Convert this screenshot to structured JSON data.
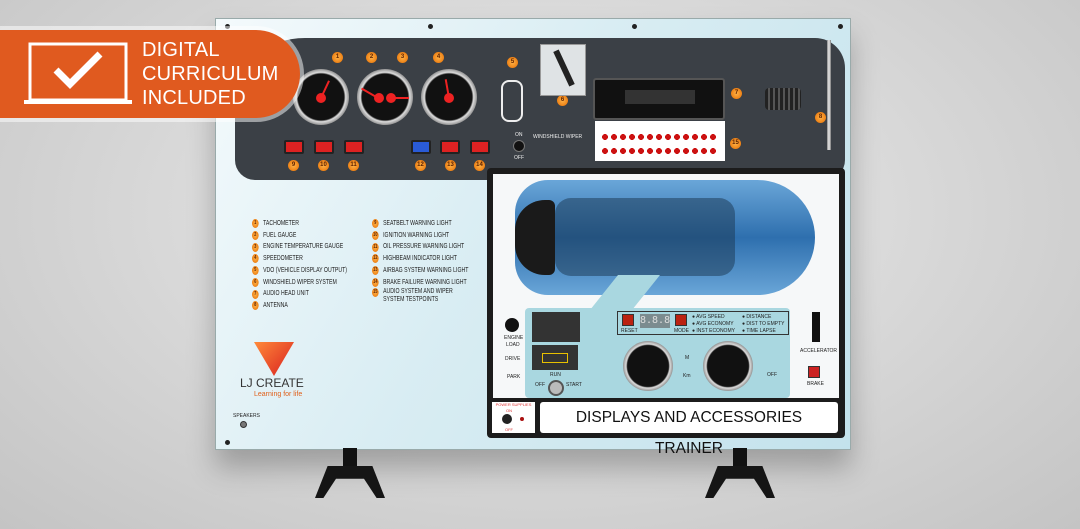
{
  "promo": {
    "lines": [
      "DIGITAL",
      "CURRICULUM",
      "INCLUDED"
    ],
    "icon": "checkmark-laptop-icon",
    "color": "#e05a1f"
  },
  "dashboard": {
    "badges": [
      "1",
      "2",
      "3",
      "4",
      "5",
      "6",
      "7",
      "8",
      "9",
      "10",
      "11",
      "12",
      "13",
      "14",
      "15"
    ],
    "wiper_label": "WINDSHIELD WIPER",
    "on": "ON",
    "off": "OFF"
  },
  "legend": {
    "left": [
      {
        "n": "1",
        "label": "TACHOMETER"
      },
      {
        "n": "2",
        "label": "FUEL GAUGE"
      },
      {
        "n": "3",
        "label": "ENGINE TEMPERATURE GAUGE"
      },
      {
        "n": "4",
        "label": "SPEEDOMETER"
      },
      {
        "n": "5",
        "label": "VDO (VEHICLE DISPLAY OUTPUT)"
      },
      {
        "n": "6",
        "label": "WINDSHIELD WIPER SYSTEM"
      },
      {
        "n": "7",
        "label": "AUDIO HEAD UNIT"
      },
      {
        "n": "8",
        "label": "ANTENNA"
      }
    ],
    "right": [
      {
        "n": "9",
        "label": "SEATBELT WARNING LIGHT"
      },
      {
        "n": "10",
        "label": "IGNITION WARNING LIGHT"
      },
      {
        "n": "11",
        "label": "OIL PRESSURE WARNING LIGHT"
      },
      {
        "n": "12",
        "label": "HIGHBEAM INDICATOR LIGHT"
      },
      {
        "n": "13",
        "label": "AIRBAG SYSTEM WARNING LIGHT"
      },
      {
        "n": "14",
        "label": "BRAKE FAILURE WARNING LIGHT"
      },
      {
        "n": "15",
        "label": "AUDIO SYSTEM AND WIPER SYSTEM TESTPOINTS"
      }
    ]
  },
  "logo": {
    "brand": "LJ CREATE",
    "tagline": "Learning for life"
  },
  "speakers": "SPEAKERS",
  "console": {
    "engine": "ENGINE",
    "load": "LOAD",
    "drive": "DRIVE",
    "park": "PARK",
    "run": "RUN",
    "off": "OFF",
    "start": "START",
    "reset": "RESET",
    "mode": "MODE",
    "display": "8.8.8",
    "indicators": [
      "AVG SPEED",
      "AVG ECONOMY",
      "INST ECONOMY",
      "DISTANCE",
      "DIST TO EMPTY",
      "TIME LAPSE"
    ],
    "km": "M",
    "mi": "Km",
    "accelerator": "ACCELERATOR",
    "brake": "BRAKE",
    "light_off": "OFF"
  },
  "power": {
    "label": "POWER SUPPLIES",
    "on": "ON",
    "off": "OFF"
  },
  "title": "DISPLAYS AND ACCESSORIES TRAINER"
}
